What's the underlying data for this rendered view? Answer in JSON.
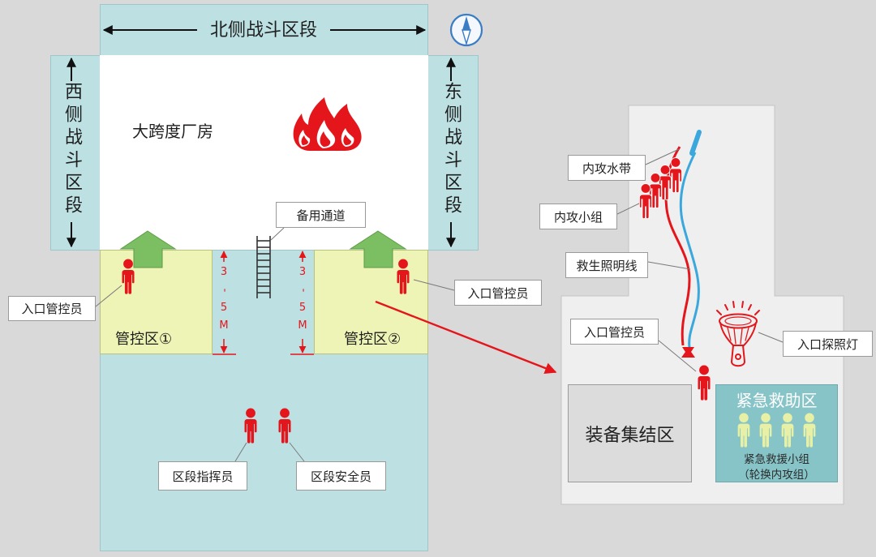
{
  "colors": {
    "background": "#d9d9d9",
    "strip": "#bde0e3",
    "building": "#ffffff",
    "zone": "#eef4b6",
    "entry_arrow": "#7cbf63",
    "red": "#e4161c",
    "lifeline_blue": "#3aa8dc",
    "compass_blue": "#3a7dc4",
    "panel": "#efefef",
    "staging": "#dcdcdc",
    "rescue": "#86c4c8",
    "rescue_person": "#e8f0a5"
  },
  "icons": [
    "compass-icon",
    "fire-icon",
    "ladder-icon",
    "entry-arrow-icon",
    "person-icon",
    "nozzle-icon",
    "hose-coupling-icon",
    "searchlight-icon"
  ],
  "site": {
    "north_sector": "北侧战斗区段",
    "west_sector": "西侧战斗区段",
    "east_sector": "东侧战斗区段",
    "building": "大跨度厂房",
    "spare_passage": "备用通道",
    "control_zone_1": "管控区①",
    "control_zone_2": "管控区②",
    "dimension": [
      "3",
      "-",
      "5",
      "M"
    ],
    "entry_controller_left": "入口管控员",
    "entry_controller_right": "入口管控员",
    "sector_commander": "区段指挥员",
    "sector_safety_officer": "区段安全员"
  },
  "detail": {
    "attack_hose": "内攻水带",
    "attack_team": "内攻小组",
    "lifeline": "救生照明线",
    "entry_controller": "入口管控员",
    "entry_searchlight": "入口探照灯",
    "staging_area": "装备集结区",
    "rescue_area": "紧急救助区",
    "rescue_team": "紧急救援小组",
    "rescue_team_note": "（轮换内攻组）"
  }
}
